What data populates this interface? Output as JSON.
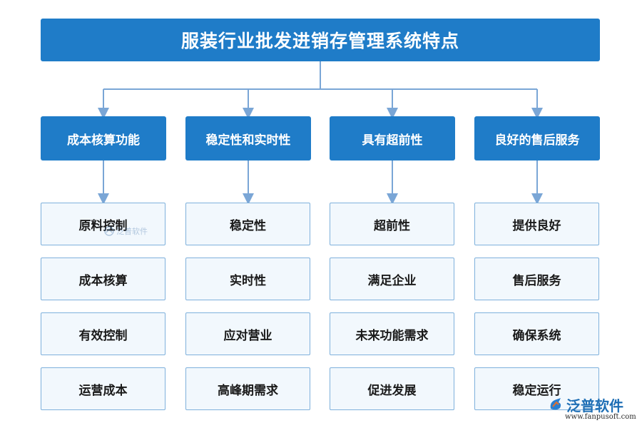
{
  "title": "服装行业批发进销存管理系统特点",
  "categories": [
    {
      "label": "成本核算功能",
      "items": [
        "原料控制",
        "成本核算",
        "有效控制",
        "运营成本"
      ]
    },
    {
      "label": "稳定性和实时性",
      "items": [
        "稳定性",
        "实时性",
        "应对营业",
        "高峰期需求"
      ]
    },
    {
      "label": "具有超前性",
      "items": [
        "超前性",
        "满足企业",
        "未来功能需求",
        "促进发展"
      ]
    },
    {
      "label": "良好的售后服务",
      "items": [
        "提供良好",
        "售后服务",
        "确保系统",
        "稳定运行"
      ]
    }
  ],
  "watermark": {
    "text": "泛普软件"
  },
  "logo": {
    "name": "泛普软件",
    "url": "www.fanpusoft.com"
  },
  "colors": {
    "primary": "#1f7cc8",
    "item_bg": "#f2f8fd",
    "item_border": "#7fb1dc",
    "connector": "#7aa6d6"
  }
}
